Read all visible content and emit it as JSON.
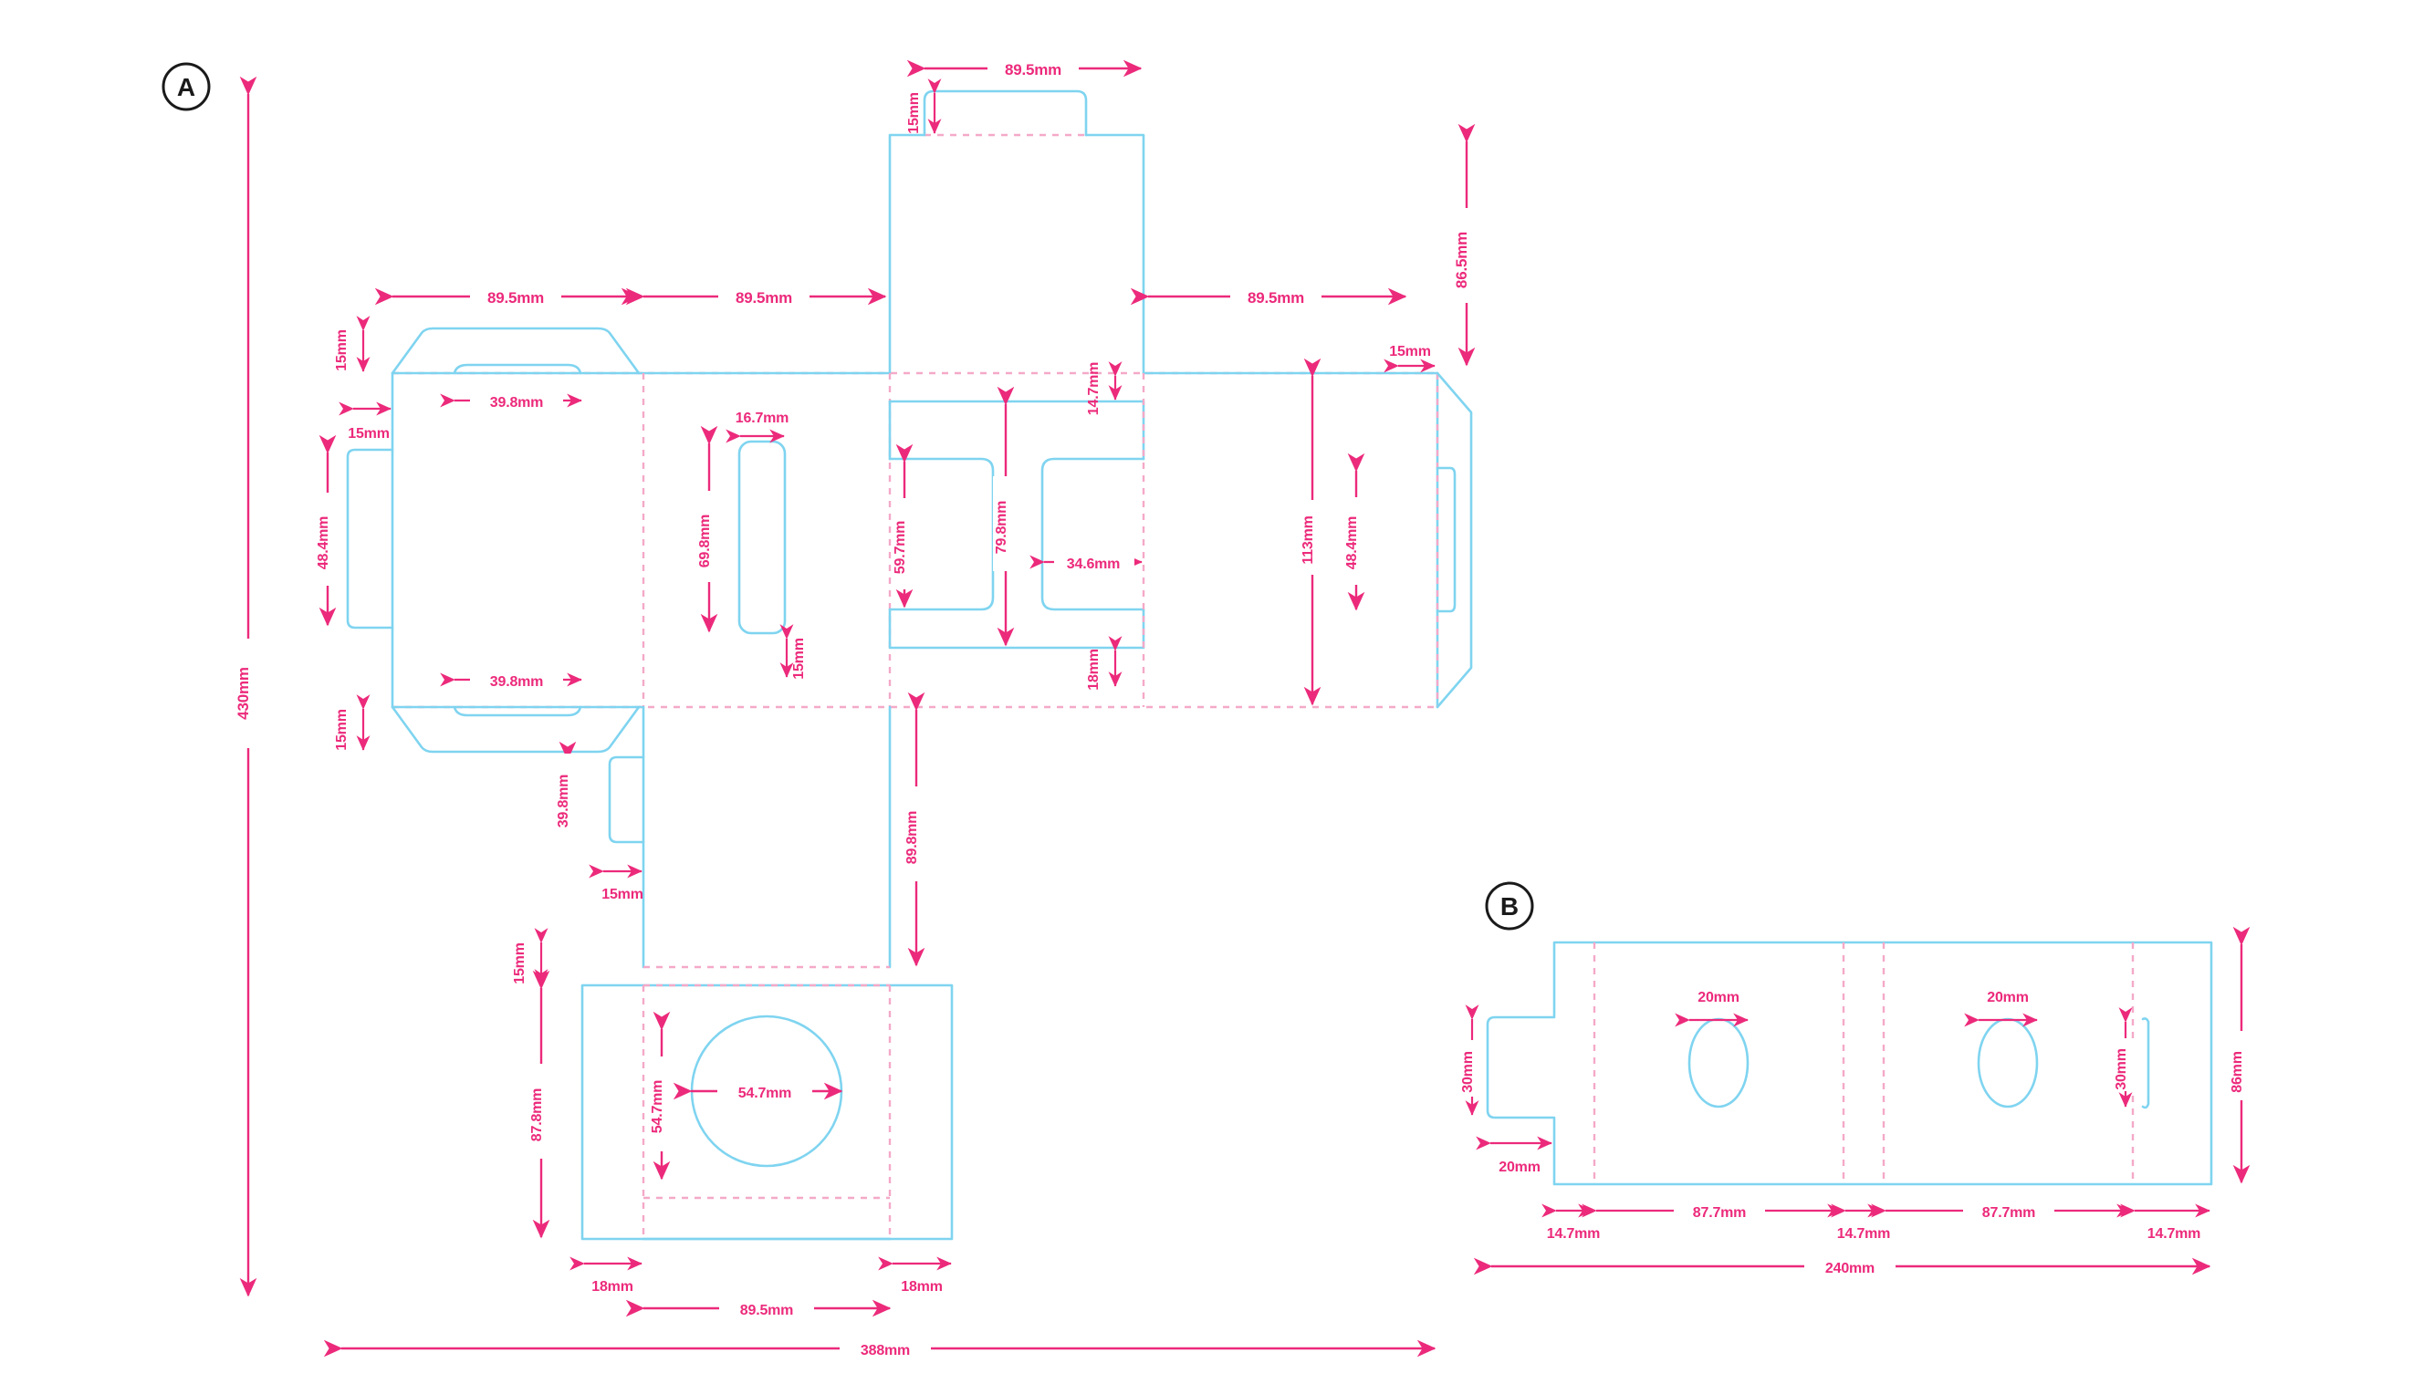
{
  "page": {
    "background_color": "#ffffff",
    "cut_line_color": "#7FD4F0",
    "fold_line_color": "#F4A9C8",
    "dimension_color": "#EC2A7B",
    "label_color": "#1A1A1A",
    "units": "mm"
  },
  "figures": [
    {
      "id": "A",
      "label": "A",
      "name": "carton-dieline-a"
    },
    {
      "id": "B",
      "label": "B",
      "name": "insert-dieline-b"
    }
  ],
  "figure_a": {
    "label": "A",
    "overall_height": "430mm",
    "overall_width": "388mm",
    "dimensions": {
      "top_tab_width": "89.5mm",
      "top_tab_height": "15mm",
      "left_panel_width": "89.5mm",
      "center_panel_width": "89.5mm",
      "right_panel_width": "89.5mm",
      "right_side_height": "86.5mm",
      "left_flap_top_height": "15mm",
      "left_flap_side_width": "15mm",
      "left_top_flap_width": "39.8mm",
      "left_bottom_flap_width": "39.8mm",
      "left_glue_tab_height": "48.4mm",
      "left_flap_bottom_height": "15mm",
      "slot_width": "16.7mm",
      "slot_height": "69.8mm",
      "slot_bottom_offset": "15mm",
      "window_left_height": "59.7mm",
      "window_total_height": "79.8mm",
      "window_right_width": "34.6mm",
      "window_top_offset": "14.7mm",
      "window_bottom_offset": "18mm",
      "right_panel_height": "113mm",
      "right_glue_tab_height": "48.4mm",
      "right_flap_width": "15mm",
      "lower_left_flap_height": "39.8mm",
      "lower_left_flap_width": "15mm",
      "lower_panel_height": "89.8mm",
      "bottom_flap_top_gap": "15mm",
      "bottom_panel_height": "87.8mm",
      "circle_diameter_h": "54.7mm",
      "circle_diameter_v": "54.7mm",
      "bottom_left_flap_width": "18mm",
      "bottom_right_flap_width": "18mm",
      "bottom_panel_width": "89.5mm",
      "total_width": "388mm",
      "total_height": "430mm"
    }
  },
  "figure_b": {
    "label": "B",
    "dimensions": {
      "total_width": "240mm",
      "total_height": "86mm",
      "tab_width": "20mm",
      "tab_height": "30mm",
      "flap_left": "14.7mm",
      "panel_1": "87.7mm",
      "flap_middle": "14.7mm",
      "panel_2": "87.7mm",
      "flap_right": "14.7mm",
      "hole_1_width": "20mm",
      "hole_2_width": "20mm",
      "hole_height": "30mm"
    }
  }
}
